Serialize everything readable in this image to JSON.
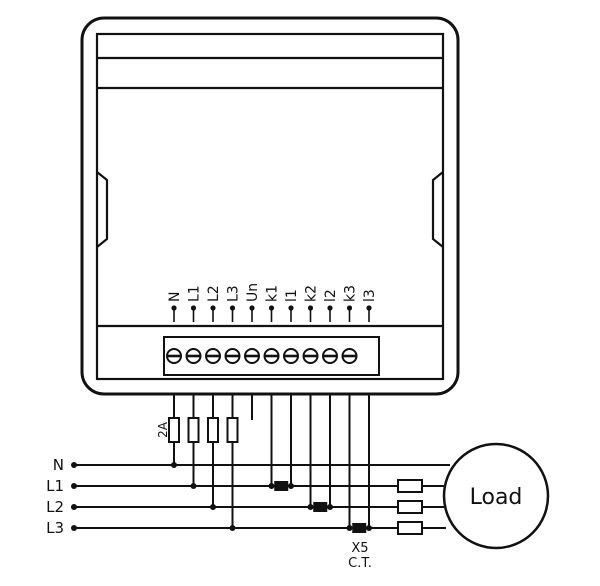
{
  "terminals": [
    "N",
    "L1",
    "L2",
    "L3",
    "Un",
    "k1",
    "l1",
    "k2",
    "l2",
    "k3",
    "l3"
  ],
  "lines": [
    "N",
    "L1",
    "L2",
    "L3"
  ],
  "fuse_rating": "2A",
  "load_label": "Load",
  "ct_label_1": "X5",
  "ct_label_2": "C.T."
}
